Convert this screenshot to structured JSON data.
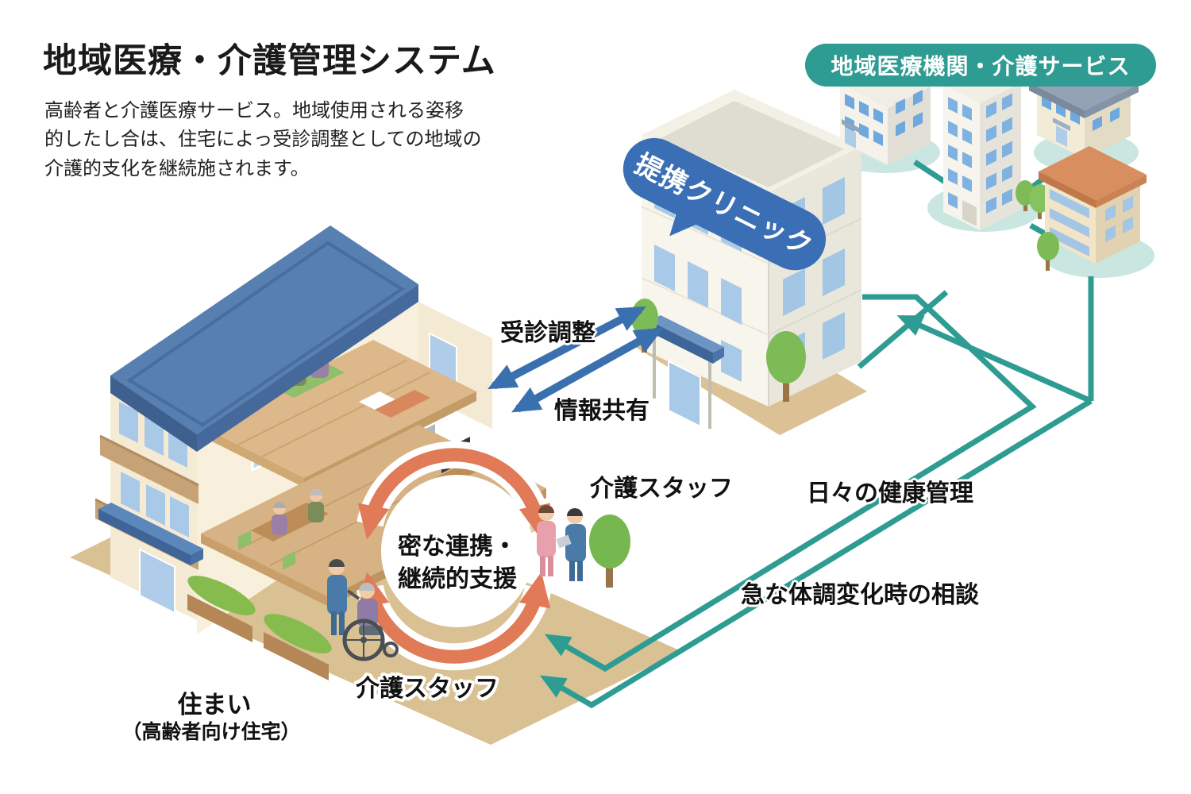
{
  "header": {
    "title": "地域医療・介護管理システム",
    "description": {
      "line1": "高齢者と介護医療サービス。地域使用される姿移",
      "line2": "的したし合は、住宅によっ受診調整としての地域の",
      "line3": "介護的支化を継続施されます。"
    }
  },
  "network_header": {
    "label": "地域医療機関・介護サービス"
  },
  "clinic": {
    "bubble_label": "提携クリニック"
  },
  "house": {
    "label": "住まい",
    "sublabel": "（高齢者向け住宅）"
  },
  "flows": {
    "visit_coordination": "受診調整",
    "info_sharing": "情報共有",
    "care_staff_top": "介護スタッフ",
    "care_staff_bottom": "介護スタッフ",
    "daily_health": "日々の健康管理",
    "sudden_change": "急な体調変化時の相談",
    "cycle_line1": "密な連携・",
    "cycle_line2": "継続的支援"
  },
  "colors": {
    "teal": "#2E9C92",
    "teal_light": "#C9E6E0",
    "blue_arrow": "#3A70AE",
    "bubble_blue": "#3A6EB5",
    "roof_blue": "#577FAF",
    "orange_cycle": "#E07A57",
    "ground_tan": "#D9C193",
    "wall_cream": "#F5EBD4",
    "window_blue": "#A9C9E9"
  }
}
